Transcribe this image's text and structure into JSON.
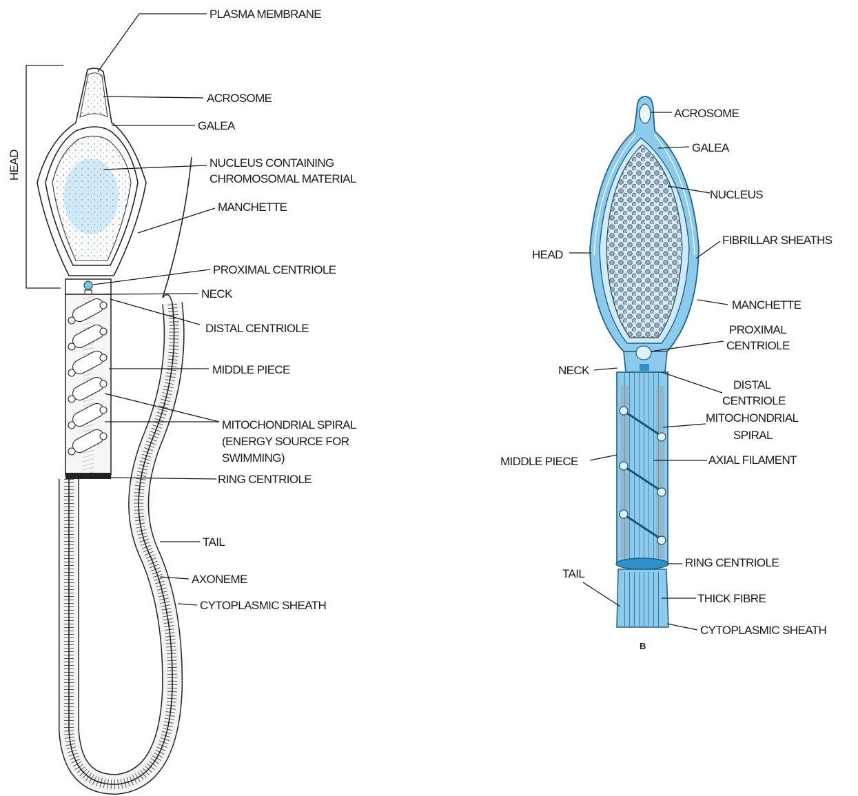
{
  "diagram_a": {
    "labels": {
      "plasma_membrane": "PLASMA MEMBRANE",
      "acrosome": "ACROSOME",
      "galea": "GALEA",
      "nucleus_line1": "NUCLEUS CONTAINING",
      "nucleus_line2": "CHROMOSOMAL MATERIAL",
      "manchette": "MANCHETTE",
      "proximal_centriole": "PROXIMAL CENTRIOLE",
      "neck": "NECK",
      "distal_centriole": "DISTAL CENTRIOLE",
      "middle_piece": "MIDDLE PIECE",
      "mito_line1": "MITOCHONDRIAL SPIRAL",
      "mito_line2": "(ENERGY SOURCE FOR",
      "mito_line3": "SWIMMING)",
      "ring_centriole": "RING CENTRIOLE",
      "tail": "TAIL",
      "axoneme": "AXONEME",
      "cytoplasmic_sheath": "CYTOPLASMIC SHEATH",
      "head": "HEAD"
    }
  },
  "diagram_b": {
    "labels": {
      "acrosome": "ACROSOME",
      "galea": "GALEA",
      "nucleus": "NUCLEUS",
      "fibrillar_sheaths": "FIBRILLAR SHEATHS",
      "head": "HEAD",
      "manchette": "MANCHETTE",
      "proximal_line1": "PROXIMAL",
      "proximal_line2": "CENTRIOLE",
      "neck": "NECK",
      "distal_line1": "DISTAL",
      "distal_line2": "CENTRIOLE",
      "mito_line1": "MITOCHONDRIAL",
      "mito_line2": "SPIRAL",
      "middle_piece": "MIDDLE PIECE",
      "axial_filament": "AXIAL FILAMENT",
      "ring_centriole": "RING CENTRIOLE",
      "tail": "TAIL",
      "thick_fibre": "THICK FIBRE",
      "cytoplasmic_sheath": "CYTOPLASMIC SHEATH",
      "panel_letter": "B"
    }
  },
  "colors": {
    "ink": "#1a1a1a",
    "nucleus_blue": "#7fc4e8",
    "cell_blue": "#8ccbeb",
    "cell_blue_dark": "#2f8fc8"
  }
}
